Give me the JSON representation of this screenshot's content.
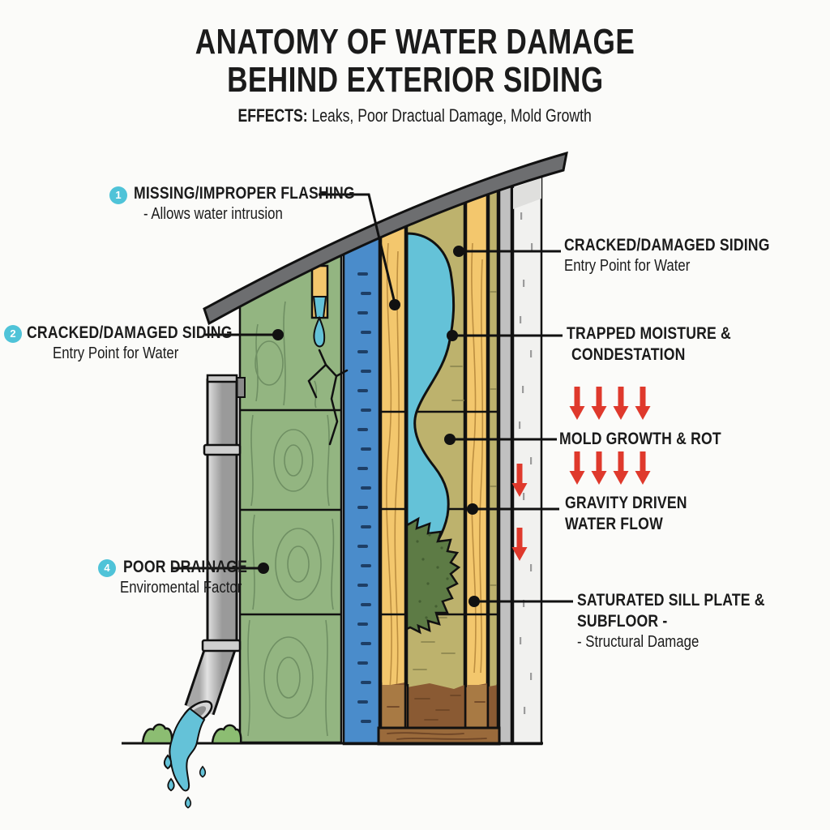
{
  "title": {
    "line1": "ANATOMY OF WATER DAMAGE",
    "line2": "BEHIND EXTERIOR SIDING",
    "effects_bold": "EFFECTS:",
    "effects_rest": " Leaks, Poor Dractual Damage, Mold Growth"
  },
  "left_labels": [
    {
      "num": "1",
      "title": "MISSING/IMPROPER FLASHING",
      "sub": "- Allows water intrusion"
    },
    {
      "num": "2",
      "title": "CRACKED/DAMAGED SIDING",
      "sub": "Entry Point for Water"
    },
    {
      "num": "4",
      "title": "POOR DRAINAGE",
      "sub": "Enviromental Factor"
    }
  ],
  "right_labels": [
    {
      "title": "CRACKED/DAMAGED SIDING",
      "sub": "Entry Point for Water"
    },
    {
      "title": "TRAPPED MOISTURE &",
      "title2": "CONDESTATION"
    },
    {
      "title": "MOLD GROWTH & ROT"
    },
    {
      "title": "GRAVITY DRIVEN",
      "title2": "WATER FLOW"
    },
    {
      "title": "SATURATED SILL PLATE &",
      "title2": "SUBFLOOR -",
      "sub": "- Structural Damage"
    }
  ],
  "colors": {
    "background": "#fbfbf9",
    "text": "#1b1b1b",
    "badge_teal": "#4fc3d8",
    "arrow_red": "#df392c",
    "siding_green": "#93b581",
    "siding_grain": "#6f8f63",
    "barrier_blue": "#4a8ccb",
    "barrier_dash": "#1e3f66",
    "stud_yellow": "#f3c76d",
    "stud_grain": "#bd8f41",
    "cavity_olive": "#bdb26d",
    "cavity_grain": "#8f8850",
    "water_cyan": "#64c2d8",
    "mold_green": "#5d7b45",
    "mold_speckle": "#455f33",
    "wet_soil": "#8a5a33",
    "wet_stud": "#a87a44",
    "wet_grain": "#6e4526",
    "sill_brown": "#9a6a3b",
    "roof_gray": "#6d6e70",
    "strip_gray": "#c0c0c0",
    "drywall": "#f1f1ef",
    "tick_gray": "#9b9b9b",
    "bush_green": "#8cbd72",
    "outline": "#111111"
  }
}
